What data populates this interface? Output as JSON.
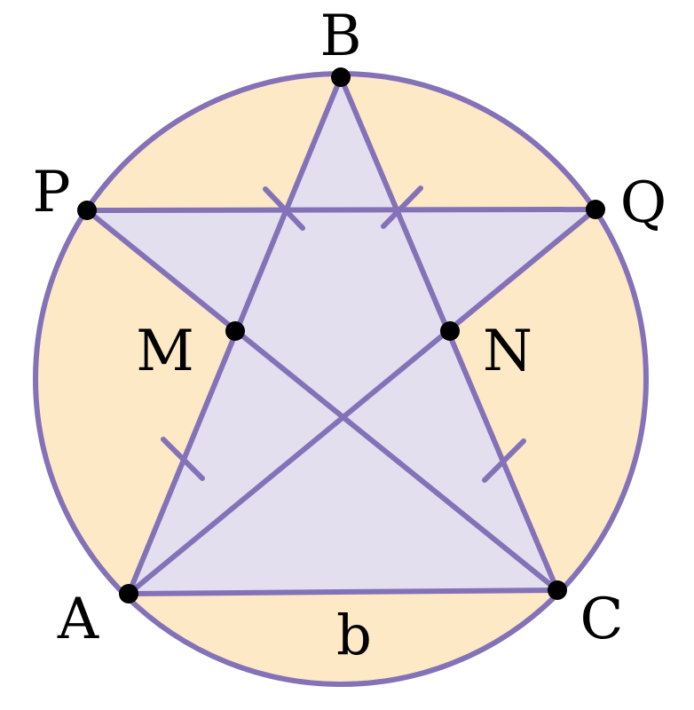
{
  "colors": {
    "circle_fill": "#fde9c6",
    "stroke": "#8472b8",
    "region_fill": "#e3dfef",
    "point": "#000000"
  },
  "points": {
    "B": "B",
    "P": "P",
    "Q": "Q",
    "M": "M",
    "N": "N",
    "A": "A",
    "C": "C"
  },
  "side_label": "b"
}
